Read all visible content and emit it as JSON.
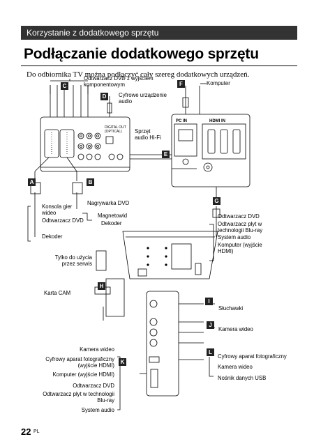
{
  "header": {
    "section": "Korzystanie z dodatkowego sprzętu",
    "title": "Podłączanie dodatkowego sprzętu",
    "intro": "Do odbiornika TV można podłączyć cały szereg dodatkowych urządzeń."
  },
  "badges": [
    "A",
    "B",
    "C",
    "D",
    "E",
    "F",
    "G",
    "H",
    "I",
    "J",
    "K",
    "L"
  ],
  "labels": {
    "dvd_component": "Odtwarzacz DVD z wyjściem\nkomponentowym",
    "digital_audio": "Cyfrowe urządzenie\naudio",
    "computer_top": "Komputer",
    "hifi": "Sprzęt\naudio Hi-Fi",
    "game_console": "Konsola gier\nwideo",
    "dvd_a": "Odtwarzacz DVD",
    "decoder_a": "Dekoder",
    "dvd_recorder": "Nagrywarka DVD",
    "vcr": "Magnetowid",
    "decoder_b": "Dekoder",
    "service_only": "Tylko do użycia\nprzez serwis",
    "cam_card": "Karta CAM",
    "g_list": [
      "Odtwarzacz DVD",
      "Odtwarzacz płyt w\ntechnologii Blu-ray",
      "System audio",
      "Komputer (wyjście\nHDMI)"
    ],
    "headphones": "Słuchawki",
    "video_camera_j": "Kamera wideo",
    "l_list": [
      "Cyfrowy aparat fotograficzny",
      "Kamera wideo",
      "Nośnik danych USB"
    ],
    "k_list": [
      "Kamera wideo",
      "Cyfrowy aparat fotograficzny\n(wyjście HDMI)",
      "Komputer (wyjście HDMI)",
      "Odtwarzacz DVD",
      "Odtwarzacz płyt w technologii\nBlu-ray",
      "System audio"
    ]
  },
  "panel_text": {
    "pc_in": "PC IN",
    "hdmi_in": "HDMI IN",
    "digital_out": "DIGITAL OUT\n(OPTICAL)"
  },
  "footer": {
    "page": "22",
    "lang": "PL"
  }
}
